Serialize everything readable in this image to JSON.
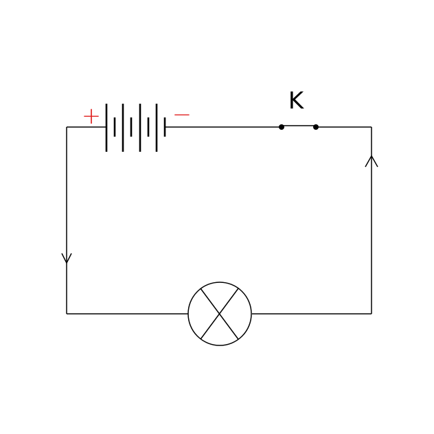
{
  "labels": {
    "switch": "K",
    "battery_positive": "+",
    "battery_negative": "−"
  },
  "colors": {
    "wire": "#000000",
    "polarity": "#e0201f",
    "background": "#ffffff"
  },
  "components": {
    "battery": {
      "cells": 4
    },
    "switch": {
      "state": "closed"
    },
    "lamp": {
      "symbol": "circle-with-cross"
    },
    "current_arrows": [
      "down",
      "up"
    ]
  }
}
